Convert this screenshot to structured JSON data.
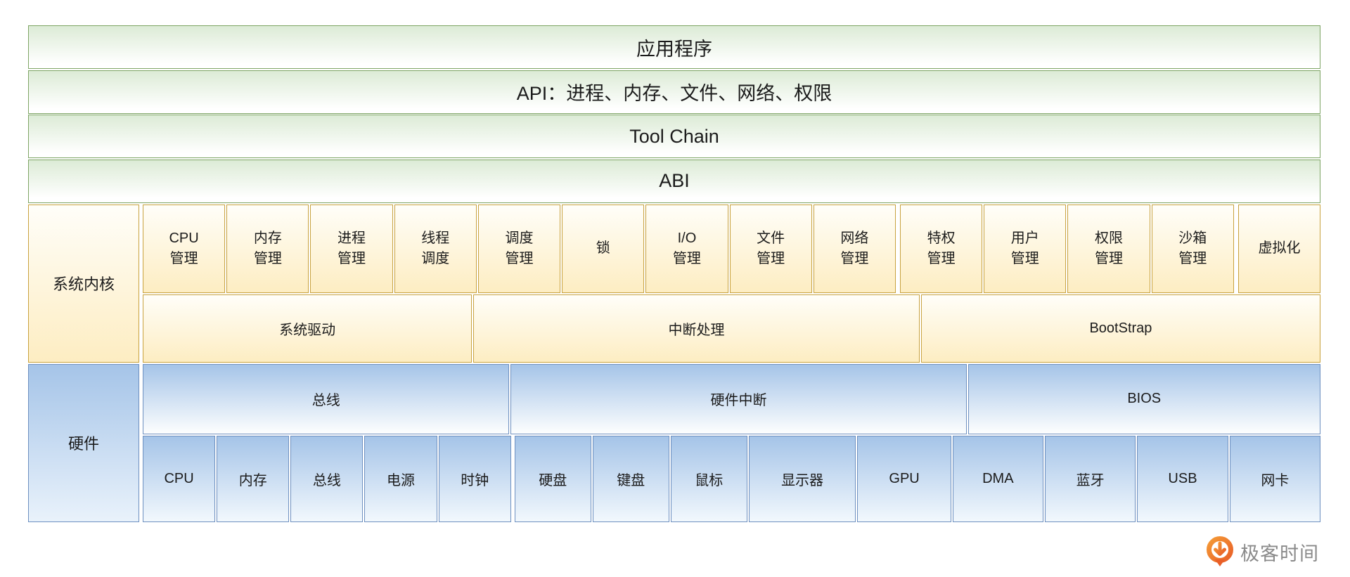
{
  "layers": {
    "app": "应用程序",
    "api": "API：进程、内存、文件、网络、权限",
    "toolchain": "Tool Chain",
    "abi": "ABI"
  },
  "kernel": {
    "label": "系统内核",
    "modules": [
      "CPU\n管理",
      "内存\n管理",
      "进程\n管理",
      "线程\n调度",
      "调度\n管理",
      "锁",
      "I/O\n管理",
      "文件\n管理",
      "网络\n管理",
      "特权\n管理",
      "用户\n管理",
      "权限\n管理",
      "沙箱\n管理",
      "虚拟化"
    ],
    "subsystems": [
      "系统驱动",
      "中断处理",
      "BootStrap"
    ]
  },
  "hardware": {
    "label": "硬件",
    "groups": [
      "总线",
      "硬件中断",
      "BIOS"
    ],
    "devices": [
      "CPU",
      "内存",
      "总线",
      "电源",
      "时钟",
      "硬盘",
      "键盘",
      "鼠标",
      "显示器",
      "GPU",
      "DMA",
      "蓝牙",
      "USB",
      "网卡"
    ]
  },
  "footer": {
    "brand": "极客时间"
  },
  "colors": {
    "green-border": "#7ea565",
    "green-fill": "#dcebd6",
    "yellow-border": "#c8a23f",
    "yellow-fill": "#fdedc2",
    "blue-border": "#6e90c0",
    "blue-fill": "#a5c4e8",
    "brand-orange": "#ee6b2c",
    "brand-text": "#8a8a8a"
  }
}
